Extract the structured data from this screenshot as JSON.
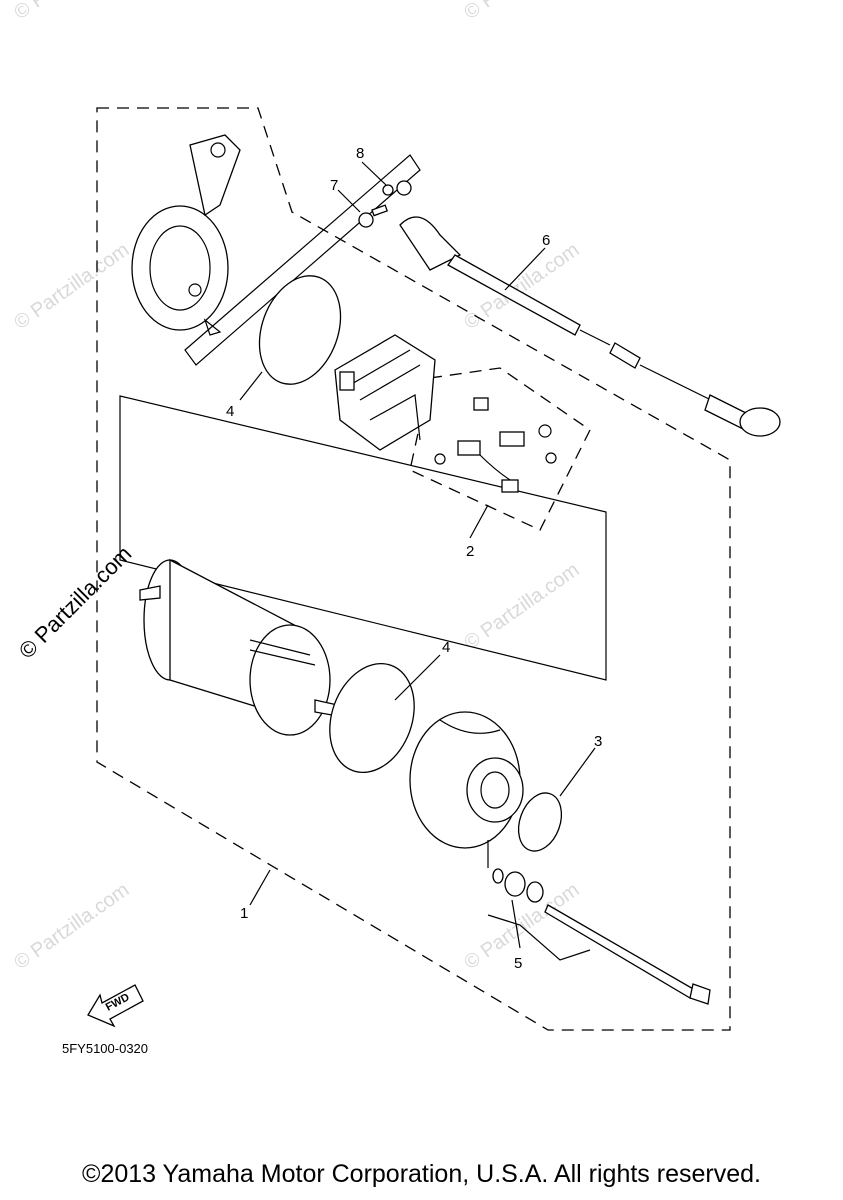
{
  "watermarks": {
    "side_text": "© Partzilla.com",
    "faint_text": "© Partzilla.com"
  },
  "callouts": {
    "c1": "1",
    "c2": "2",
    "c3": "3",
    "c4a": "4",
    "c4b": "4",
    "c5": "5",
    "c6": "6",
    "c7": "7",
    "c8": "8"
  },
  "fwd_label": "FWD",
  "diagram_code": "5FY5100-0320",
  "copyright": "©2013 Yamaha Motor Corporation, U.S.A. All rights reserved."
}
